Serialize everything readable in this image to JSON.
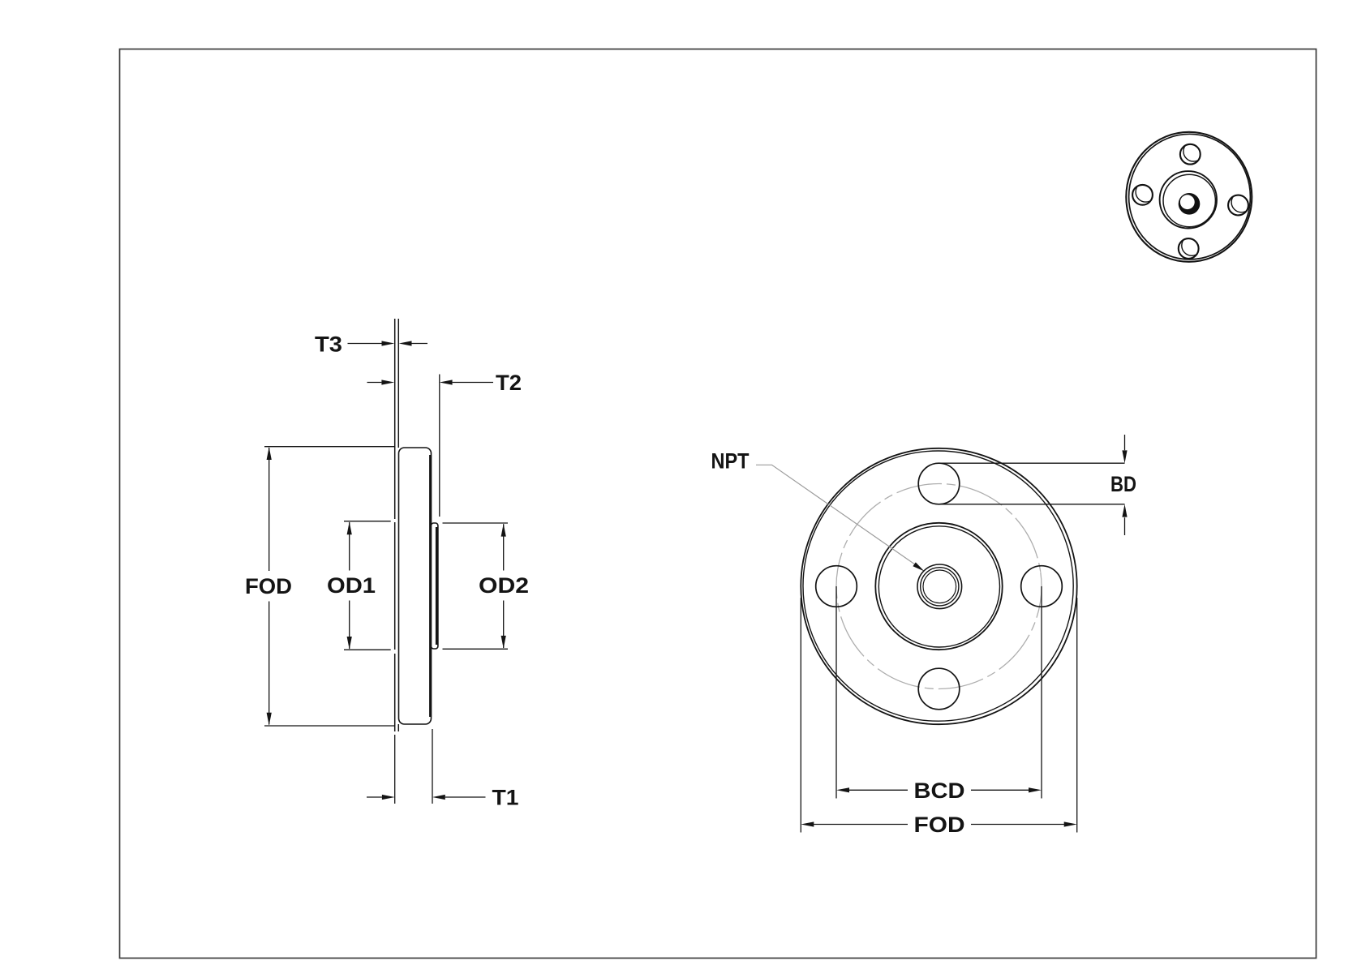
{
  "side_view": {
    "t3": "T3",
    "t2": "T2",
    "t1": "T1",
    "fod": "FOD",
    "od1": "OD1",
    "od2": "OD2"
  },
  "front_view": {
    "npt": "NPT",
    "bd": "BD",
    "bcd": "BCD",
    "fod": "FOD"
  },
  "colors": {
    "ink": "#141414",
    "centerline": "#aeaeae",
    "leader": "#9c9c9c",
    "border": "#3c3c3c",
    "background": "#ffffff",
    "hole_fill": "#111111"
  }
}
